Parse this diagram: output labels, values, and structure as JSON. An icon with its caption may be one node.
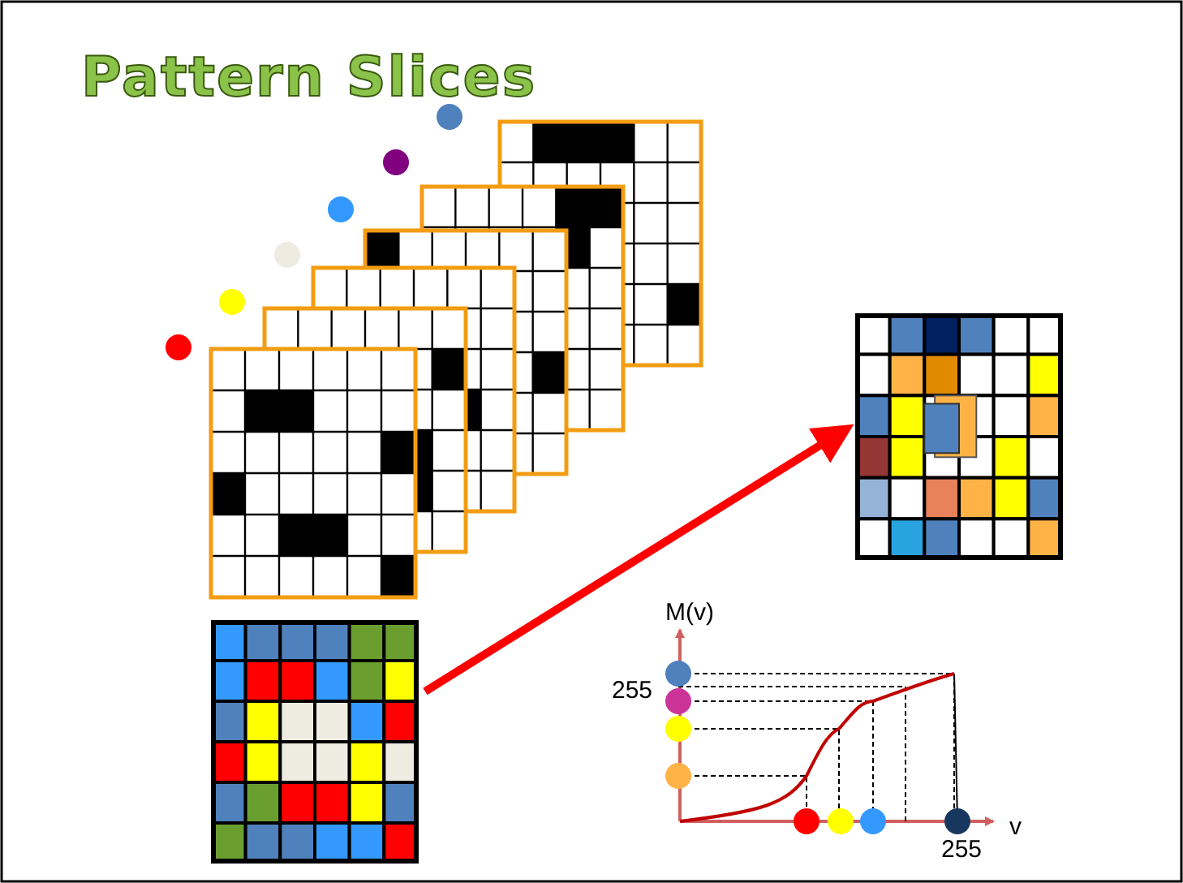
{
  "diagram": {
    "title": "Pattern Slices",
    "nodes": [
      {
        "text": [],
        "shape": "box"
      },
      {
        "text": [],
        "shape": "box"
      }
    ],
    "edges": [
      {
        "from": 0,
        "to": 1,
        "arrow": "to"
      }
    ],
    "labels": [
      "M(v)",
      "255",
      "v",
      "255"
    ]
  }
}
